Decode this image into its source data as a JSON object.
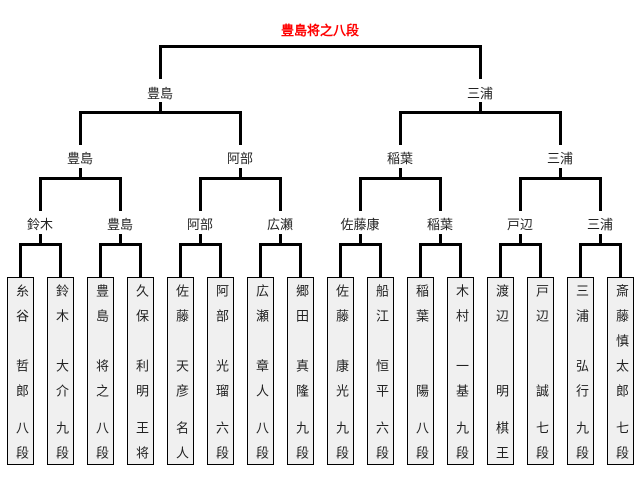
{
  "champion": "豊島将之八段",
  "final": [
    "豊島",
    "三浦"
  ],
  "semifinal": [
    "豊島",
    "阿部",
    "稲葉",
    "三浦"
  ],
  "quarterfinal": [
    "鈴木",
    "豊島",
    "阿部",
    "広瀬",
    "佐藤康",
    "稲葉",
    "戸辺",
    "三浦"
  ],
  "players": [
    {
      "surname": "糸谷",
      "given": "哲郎",
      "title": "八段"
    },
    {
      "surname": "鈴木",
      "given": "大介",
      "title": "九段"
    },
    {
      "surname": "豊島",
      "given": "将之",
      "title": "八段"
    },
    {
      "surname": "久保",
      "given": "利明",
      "title": "王将"
    },
    {
      "surname": "佐藤",
      "given": "天彦",
      "title": "名人"
    },
    {
      "surname": "阿部",
      "given": "光瑠",
      "title": "六段"
    },
    {
      "surname": "広瀬",
      "given": "章人",
      "title": "八段"
    },
    {
      "surname": "郷田",
      "given": "真隆",
      "title": "九段"
    },
    {
      "surname": "佐藤",
      "given": "康光",
      "title": "九段"
    },
    {
      "surname": "船江",
      "given": "恒平",
      "title": "六段"
    },
    {
      "surname": "稲葉",
      "given": "陽",
      "title": "八段"
    },
    {
      "surname": "木村",
      "given": "一基",
      "title": "九段"
    },
    {
      "surname": "渡辺",
      "given": "明",
      "title": "棋王"
    },
    {
      "surname": "戸辺",
      "given": "誠",
      "title": "七段"
    },
    {
      "surname": "三浦",
      "given": "弘行",
      "title": "九段"
    },
    {
      "surname": "斎藤慎",
      "given": "太郎",
      "title": "七段"
    }
  ]
}
